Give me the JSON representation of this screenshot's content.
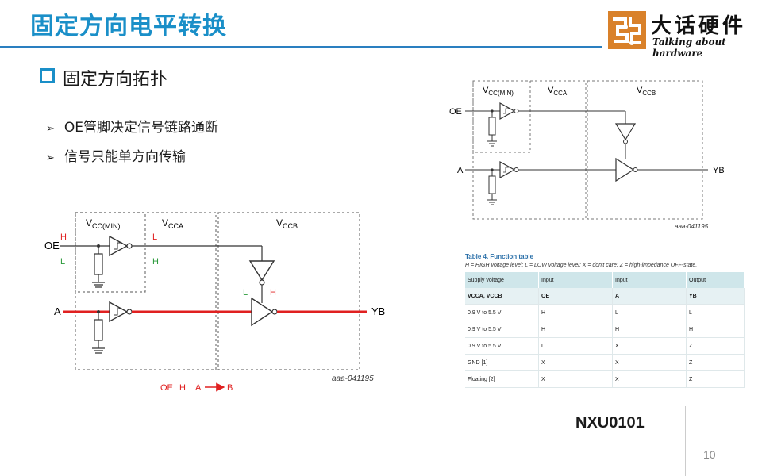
{
  "slide": {
    "title": "固定方向电平转换",
    "section": "固定方向拓扑",
    "bullets": [
      "OE管脚决定信号链路通断",
      "信号只能单方向传输"
    ],
    "part_number": "NXU0101",
    "page_number": "10"
  },
  "logo": {
    "cn": "大话硬件",
    "en": "Talking about hardware"
  },
  "schematic_left": {
    "domains": [
      "CC(MIN)",
      "CCA",
      "CCB"
    ],
    "pins": [
      "OE",
      "A",
      "YB"
    ],
    "oe_levels_in": [
      "H",
      "L"
    ],
    "oe_levels_out": [
      "L",
      "H"
    ],
    "buffer_levels": [
      "L",
      "H"
    ],
    "ref": "aaa-041195",
    "note": [
      "OE",
      "H",
      "A",
      "B"
    ]
  },
  "schematic_right": {
    "domains": [
      "CC(MIN)",
      "CCA",
      "CCB"
    ],
    "pins": [
      "OE",
      "A",
      "YB"
    ],
    "ref": "aaa-041195"
  },
  "function_table": {
    "title": "Table 4. Function table",
    "caption": "H = HIGH voltage level; L = LOW voltage level; X = don't care; Z = high-impedance OFF-state.",
    "headers": [
      "Supply voltage",
      "Input",
      "Input",
      "Output"
    ],
    "subheaders": [
      "VCCA, VCCB",
      "OE",
      "A",
      "YB"
    ],
    "rows": [
      [
        "0.9 V to 5.5 V",
        "H",
        "L",
        "L"
      ],
      [
        "0.9 V to 5.5 V",
        "H",
        "H",
        "H"
      ],
      [
        "0.9 V to 5.5 V",
        "L",
        "X",
        "Z"
      ],
      [
        "GND [1]",
        "X",
        "X",
        "Z"
      ],
      [
        "Floating [2]",
        "X",
        "X",
        "Z"
      ]
    ]
  },
  "colors": {
    "title": "#1a8fc8",
    "signal_red": "#e02020",
    "level_green": "#2a9a3a",
    "table_header": "#cfe6ea"
  }
}
